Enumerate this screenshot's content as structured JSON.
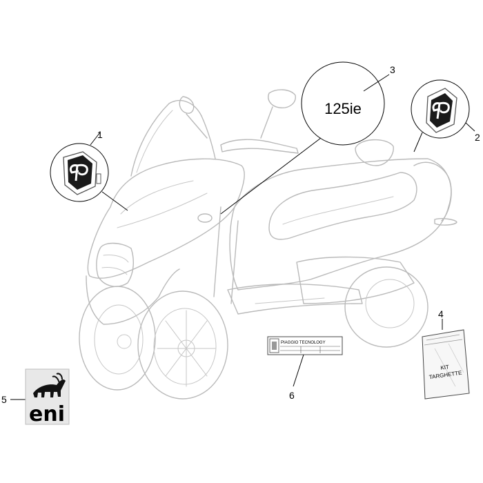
{
  "callouts": [
    {
      "number": "1",
      "part": "front-emblem"
    },
    {
      "number": "2",
      "part": "rear-emblem"
    },
    {
      "number": "3",
      "part": "model-badge"
    },
    {
      "number": "4",
      "part": "plate-kit"
    },
    {
      "number": "5",
      "part": "eni-sticker"
    },
    {
      "number": "6",
      "part": "technology-label"
    }
  ],
  "model_badge": {
    "text": "125ie"
  },
  "tech_label": {
    "text": "PIAGGIO TECNOLOGY"
  },
  "plate_kit": {
    "line1": "KIT",
    "line2": "TARGHETTE"
  },
  "eni_sticker": {
    "brand": "eni"
  },
  "colors": {
    "outline": "#b9b9b9",
    "ink": "#000000",
    "sticker_bg": "#e8e8e8"
  }
}
